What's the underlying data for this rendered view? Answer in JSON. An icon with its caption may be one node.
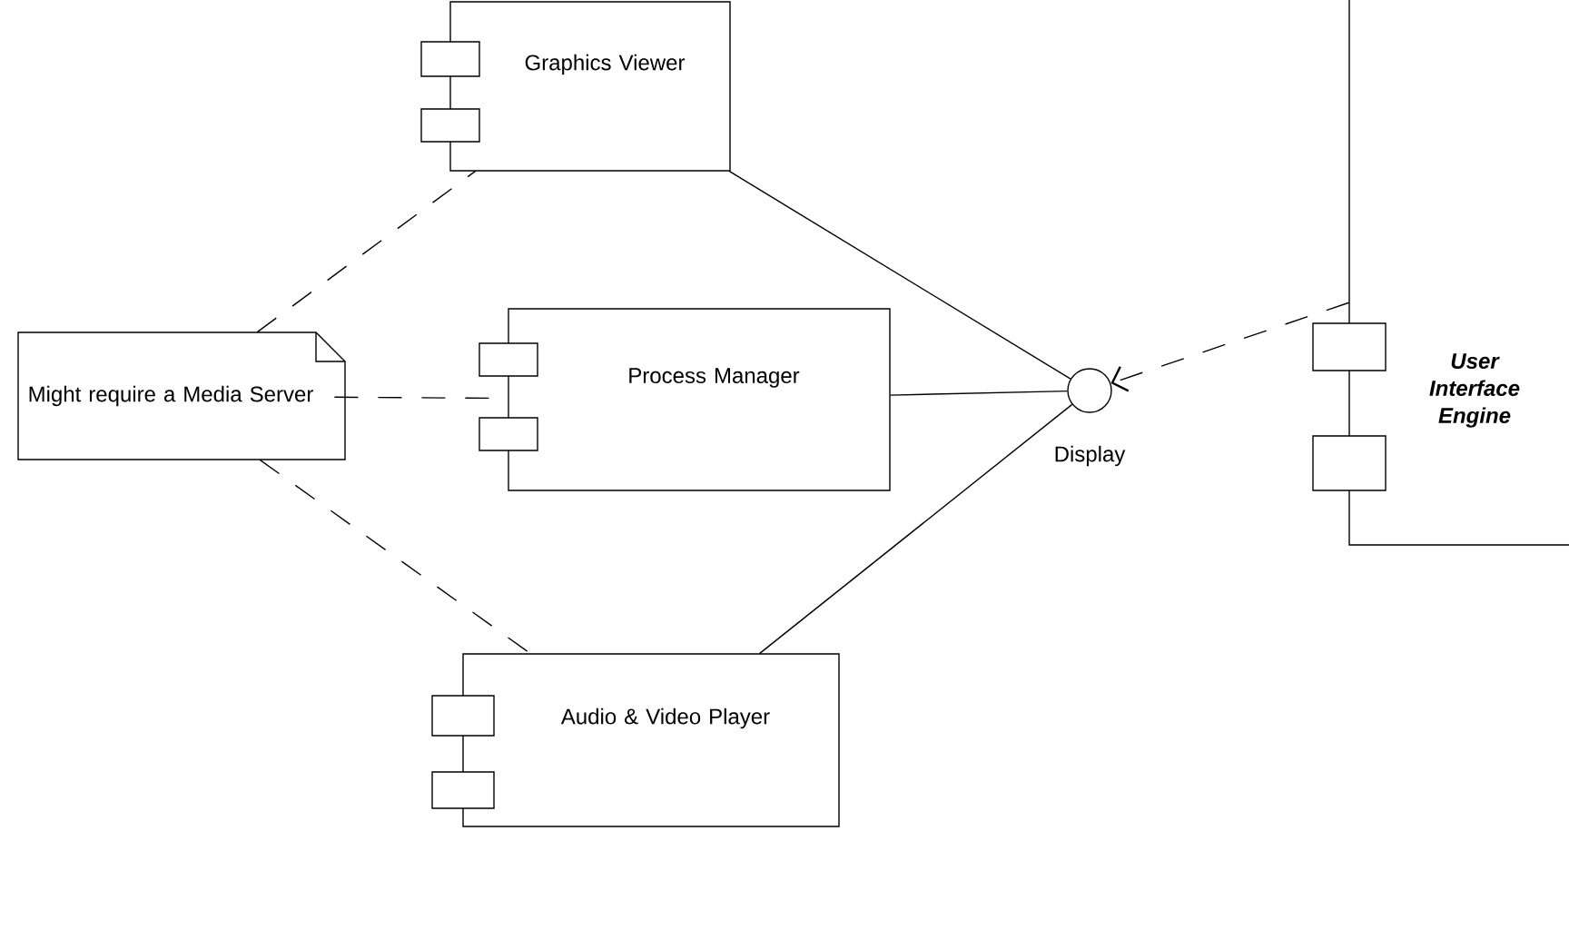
{
  "diagram": {
    "nodes": [
      {
        "text": [
          "Graphics Viewer"
        ]
      },
      {
        "text": [
          "Might require a Media Server"
        ]
      },
      {
        "text": [
          "Process Manager"
        ]
      },
      {
        "text": [],
        "shape": "circle",
        "beside": [
          "Display"
        ]
      },
      {
        "text": [
          "User Interface Engine"
        ]
      },
      {
        "text": [
          "Audio & Video Player"
        ]
      }
    ],
    "edges": [
      {
        "from": 0,
        "to": 3,
        "arrow": "none"
      },
      {
        "from": 2,
        "to": 3,
        "arrow": "none"
      },
      {
        "from": 5,
        "to": 3,
        "arrow": "none"
      },
      {
        "from": 4,
        "to": 3,
        "arrow": "to",
        "style": "dashed"
      },
      {
        "from": 1,
        "to": 0,
        "arrow": "none",
        "style": "dashed"
      },
      {
        "from": 1,
        "to": 2,
        "arrow": "none",
        "style": "dashed"
      },
      {
        "from": 1,
        "to": 5,
        "arrow": "none",
        "style": "dashed"
      }
    ]
  }
}
